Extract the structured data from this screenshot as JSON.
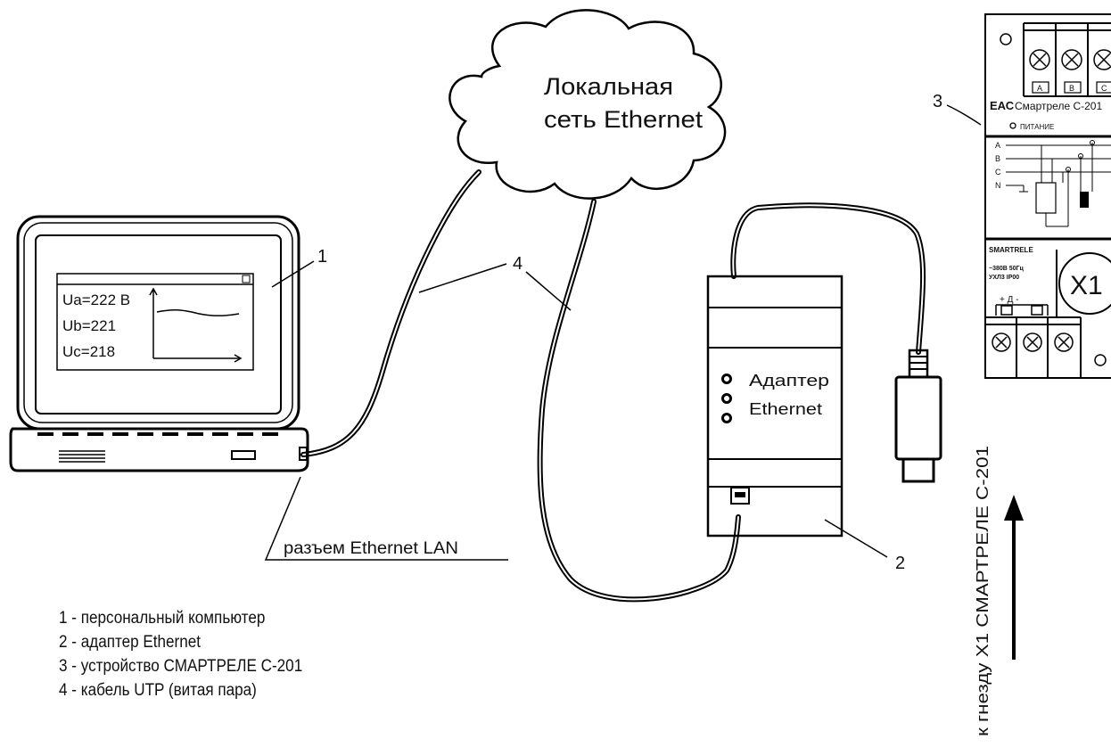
{
  "network": {
    "line1": "Локальная",
    "line2": "сеть Ethernet"
  },
  "laptop": {
    "label_number": "1",
    "readings": [
      "Ua=222 В",
      "Ub=221",
      "Uc=218"
    ]
  },
  "cable": {
    "label_number": "4"
  },
  "connector_label": "разъем Ethernet LAN",
  "adapter": {
    "label_number": "2",
    "line1": "Адаптер",
    "line2": "Ethernet"
  },
  "device": {
    "label_number": "3",
    "model": "Смартреле С-201",
    "eac_mark": "ЕАС",
    "power_label": "ПИТАНИЕ",
    "terminals_top": [
      "A",
      "B",
      "C"
    ],
    "phases": [
      "A",
      "B",
      "C",
      "N"
    ],
    "brand": "SMARTRELE",
    "specs_line1": "~380В  50Гц",
    "specs_line2": "УХЛ3  IP00",
    "sensor_label": "+ Д -",
    "socket_label": "X1"
  },
  "arrow_label": "к гнезду X1 СМАРТРЕЛЕ С-201",
  "legend": [
    "1 - персональный компьютер",
    "2 - адаптер Ethernet",
    "3 - устройство СМАРТРЕЛЕ С-201",
    "4 - кабель UTP (витая пара)"
  ],
  "colors": {
    "line": "#000000",
    "background": "#ffffff"
  }
}
